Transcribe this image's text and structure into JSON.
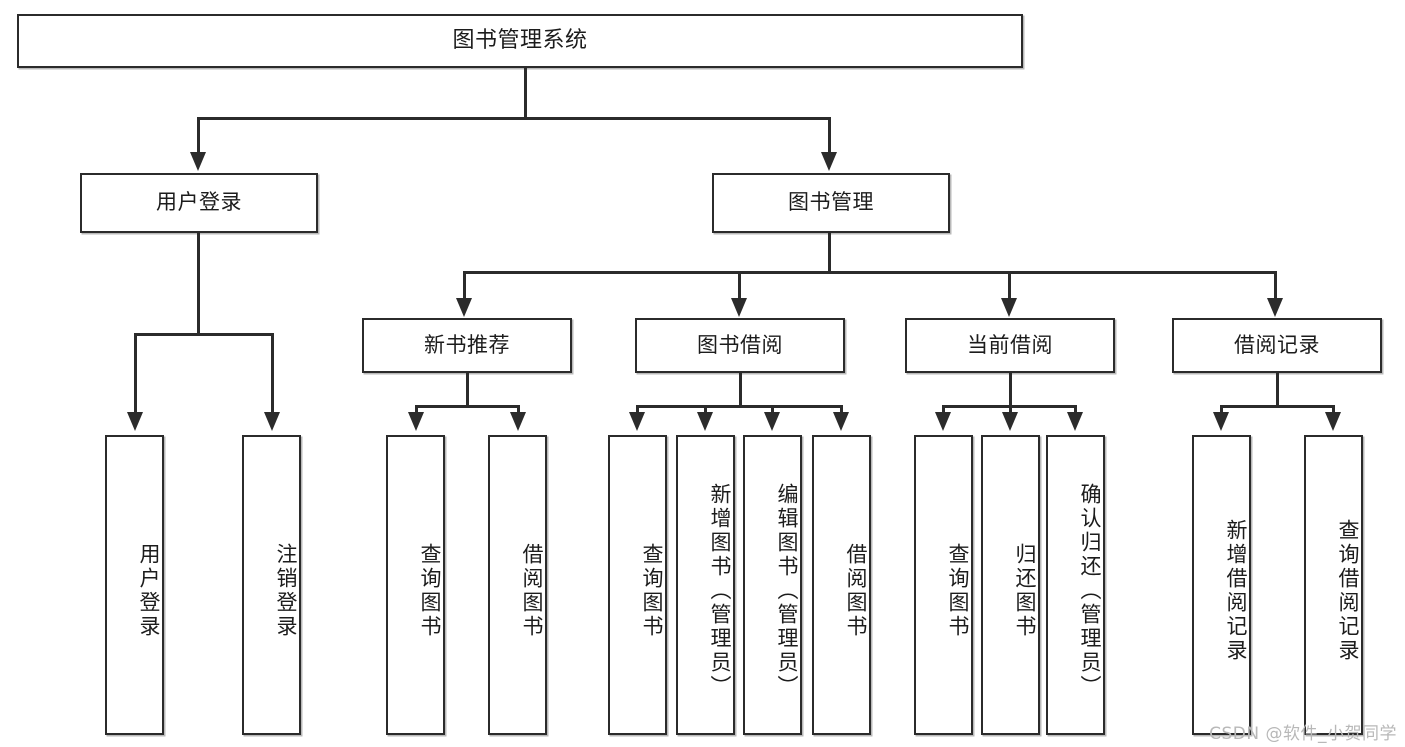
{
  "diagram": {
    "type": "tree",
    "title": "图书管理系统",
    "watermark": "CSDN @软件_小贺同学",
    "colors": {
      "box_border": "#2b2b2b",
      "box_fill": "#ffffff",
      "connector": "#2b2b2b",
      "text": "#1c1c1c",
      "watermark": "#b8b8b8",
      "background": "#ffffff"
    }
  },
  "nodes": {
    "root": {
      "label": "图书管理系统"
    },
    "level1": [
      {
        "label": "用户登录"
      },
      {
        "label": "图书管理"
      }
    ],
    "level2": [
      {
        "label": "新书推荐"
      },
      {
        "label": "图书借阅"
      },
      {
        "label": "当前借阅"
      },
      {
        "label": "借阅记录"
      }
    ],
    "leaves": {
      "user_login": [
        {
          "label": "用户登录"
        },
        {
          "label": "注销登录"
        }
      ],
      "new_book_recommend": [
        {
          "label": "查询图书"
        },
        {
          "label": "借阅图书"
        }
      ],
      "book_borrow": [
        {
          "label": "查询图书"
        },
        {
          "label": "新增图书（管理员）"
        },
        {
          "label": "编辑图书（管理员）"
        },
        {
          "label": "借阅图书"
        }
      ],
      "current_borrow": [
        {
          "label": "查询图书"
        },
        {
          "label": "归还图书"
        },
        {
          "label": "确认归还（管理员）"
        }
      ],
      "borrow_record": [
        {
          "label": "新增借阅记录"
        },
        {
          "label": "查询借阅记录"
        }
      ]
    }
  }
}
